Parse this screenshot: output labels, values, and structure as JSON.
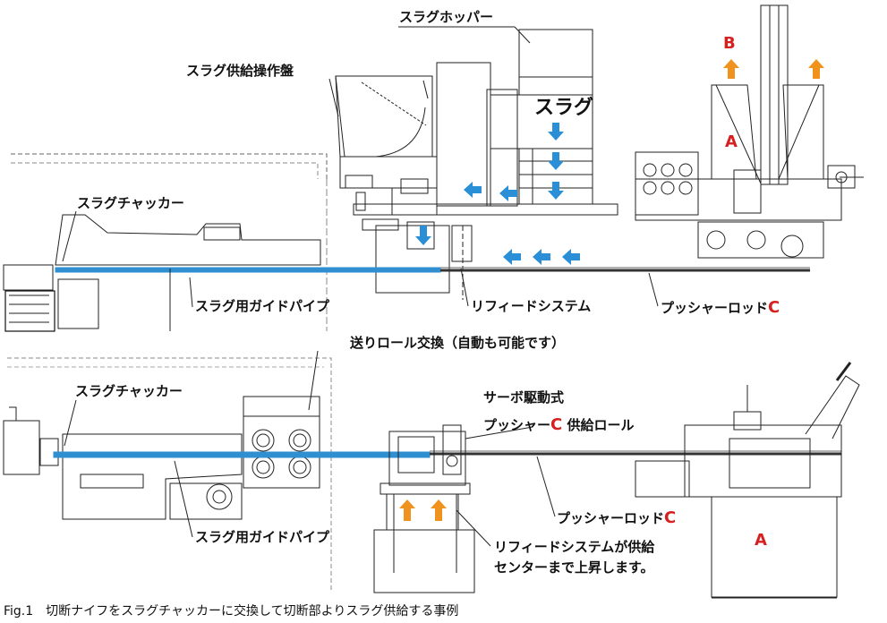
{
  "labels": {
    "slag_hopper": "スラグホッパー",
    "slag_supply_panel": "スラグ供給操作盤",
    "slag": "スラグ",
    "slag_chucker_top": "スラグチャッカー",
    "guide_pipe_top": "スラグ用ガイドパイプ",
    "refeed_system_top": "リフィードシステム",
    "pusher_rod_top_text": "プッシャーロッド",
    "pusher_rod_top_mark": "C",
    "feed_roll_change": "送りロール交換（自動も可能です）",
    "slag_chucker_bottom": "スラグチャッカー",
    "servo_drive": "サーボ駆動式",
    "pusher_supply_text1": "プッシャー",
    "pusher_supply_mark": "C",
    "pusher_supply_text2": " 供給ロール",
    "pusher_rod_bottom_text": "プッシャーロッド",
    "pusher_rod_bottom_mark": "C",
    "guide_pipe_bottom": "スラグ用ガイドパイプ",
    "refeed_rise_line1": "リフィードシステムが供給",
    "refeed_rise_line2": "センターまで上昇します。",
    "mark_A_top": "A",
    "mark_B_top": "B",
    "mark_A_bottom": "A"
  },
  "caption": "Fig.1　切断ナイフをスラグチャッカーに交換して切断部よりスラグ供給する事例",
  "colors": {
    "arrow_blue": "#2a8fd6",
    "arrow_orange": "#f0921e",
    "pipe_blue": "#2f8fd0",
    "mark_red": "#d62020",
    "line": "#222222"
  }
}
